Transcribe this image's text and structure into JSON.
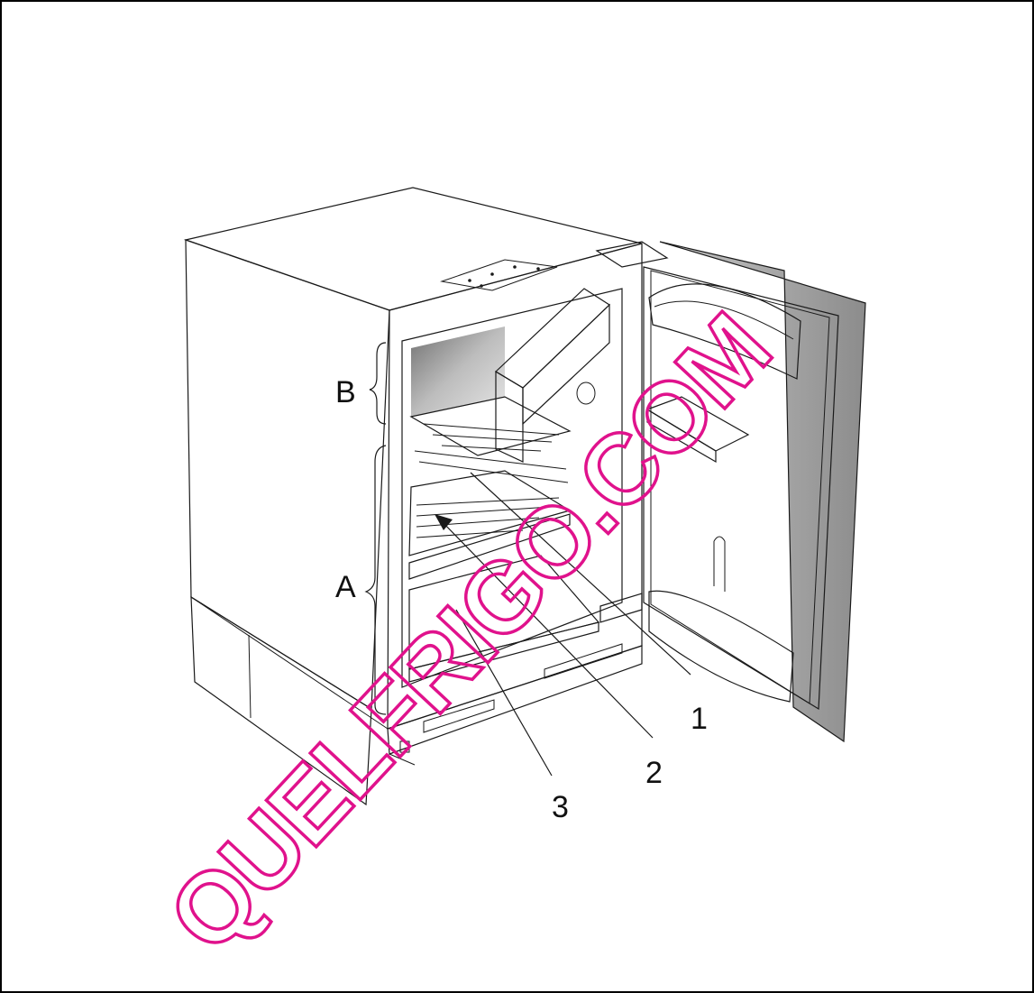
{
  "labels": {
    "section_b": "B",
    "section_a": "A",
    "callout_1": "1",
    "callout_2": "2",
    "callout_3": "3"
  },
  "watermark": {
    "text": "QUELFRIGO.COM"
  },
  "colors": {
    "watermark": "#e0128c",
    "outline": "#1a1a1a",
    "door_edge": "#9a9a9a"
  }
}
